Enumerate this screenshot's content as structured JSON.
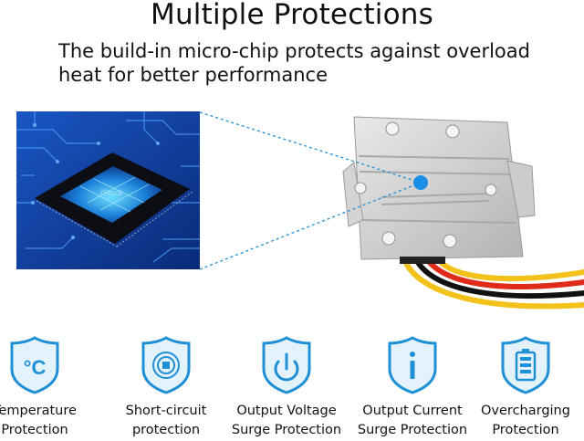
{
  "header": {
    "title": "Multiple Protections",
    "subtitle_line1": "The build-in micro-chip protects against overload",
    "subtitle_line2": "heat for better performance"
  },
  "images": {
    "chip_watermark": "iStock",
    "chip_caption": "Micro-chip on circuit board",
    "module_caption": "Aluminum power converter module"
  },
  "colors": {
    "icon_blue": "#1f8fd6",
    "icon_light": "#d9eef9",
    "dot_blue": "#1b8ee8"
  },
  "features": [
    {
      "icon": "thermometer-celsius-icon",
      "line1": "Temperature",
      "line2": "Protection"
    },
    {
      "icon": "short-circuit-target-icon",
      "line1": "Short-circuit",
      "line2": "protection"
    },
    {
      "icon": "power-button-icon",
      "line1": "Output Voltage",
      "line2": "Surge Protection"
    },
    {
      "icon": "info-current-icon",
      "line1": "Output Current",
      "line2": "Surge Protection"
    },
    {
      "icon": "battery-icon",
      "line1": "Overcharging",
      "line2": "Protection"
    }
  ]
}
